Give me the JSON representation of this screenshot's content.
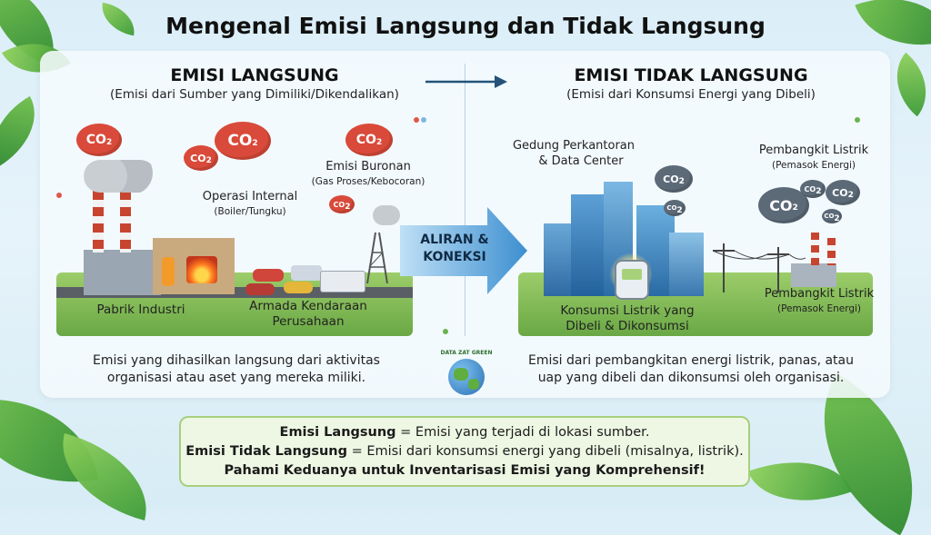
{
  "title": "Mengenal Emisi Langsung dan Tidak Langsung",
  "left": {
    "heading": "EMISI LANGSUNG",
    "subheading": "(Emisi dari Sumber yang Dimiliki/Dikendalikan)",
    "labels": {
      "operasi_internal": "Operasi Internal",
      "operasi_internal_sub": "(Boiler/Tungku)",
      "emisi_buronan": "Emisi Buronan",
      "emisi_buronan_sub": "(Gas Proses/Kebocoran)",
      "pabrik": "Pabrik Industri",
      "armada_1": "Armada Kendaraan",
      "armada_2": "Perusahaan"
    },
    "description_1": "Emisi yang dihasilkan langsung dari aktivitas",
    "description_2": "organisasi atau aset yang mereka miliki."
  },
  "center": {
    "flow_1": "ALIRAN &",
    "flow_2": "KONEKSI",
    "globe_text": "DATA ZAT GREEN"
  },
  "right": {
    "heading": "EMISI TIDAK LANGSUNG",
    "subheading": "(Emisi dari Konsumsi Energi yang Dibeli)",
    "labels": {
      "gedung_1": "Gedung Perkantoran",
      "gedung_2": "& Data Center",
      "pembangkit_top": "Pembangkit Listrik",
      "pemasok_top": "(Pemasok Energi)",
      "konsumsi_1": "Konsumsi Listrik yang",
      "konsumsi_2": "Dibeli & Dikonsumsi",
      "pembangkit_bottom": "Pembangkit Listrik",
      "pemasok_bottom": "(Pemasok Energi)"
    },
    "description_1": "Emisi dari pembangkitan energi listrik, panas, atau",
    "description_2": "uap yang dibeli dan dikonsumsi oleh organisasi."
  },
  "co2_label": "CO",
  "co2_sub": "2",
  "summary": {
    "line1_bold": "Emisi Langsung",
    "line1_rest": " = Emisi yang terjadi di lokasi sumber.",
    "line2_bold": "Emisi Tidak Langsung",
    "line2_rest": " = Emisi dari konsumsi energi yang dibeli (misalnya, listrik).",
    "line3": "Pahami Keduanya untuk Inventarisasi Emisi yang Komprehensif!"
  },
  "colors": {
    "red_cloud": "#d94a3a",
    "gray_cloud": "#5c6a78",
    "flow_arrow": "#2e7ec9"
  }
}
